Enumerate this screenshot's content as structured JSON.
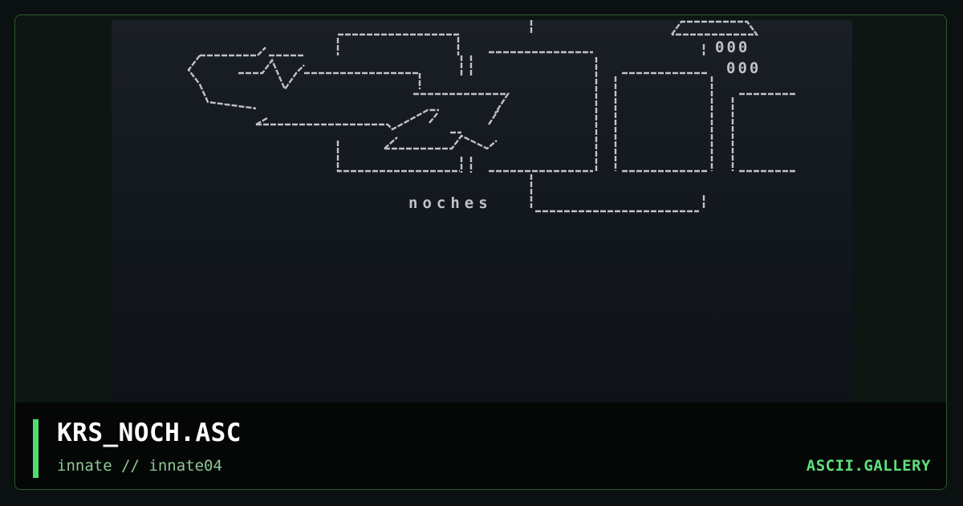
{
  "artwork": {
    "caption": "noches",
    "marks": "000"
  },
  "footer": {
    "title": "KRS_NOCH.ASC",
    "subtitle": "innate // innate04",
    "brand": "ASCII.GALLERY"
  },
  "colors": {
    "accent": "#4fdc6a",
    "brand": "#5fe07a",
    "subtitle": "#8fc795",
    "border": "#2a5a2c",
    "art_ink": "#bfc3c7"
  }
}
